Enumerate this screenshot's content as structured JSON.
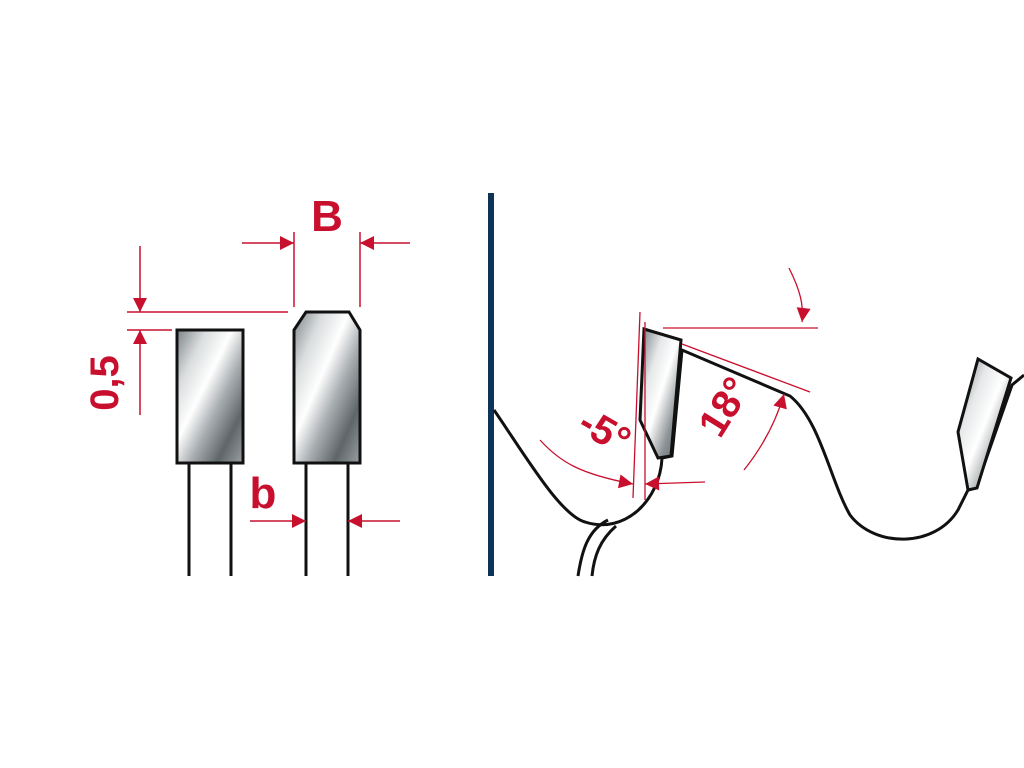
{
  "labels": {
    "kerf_width": "B",
    "body_thickness": "b",
    "chamfer_height": "0,5",
    "hook_angle": "-5°",
    "clearance_angle": "18°"
  },
  "colors": {
    "dimension": "#c8102e",
    "outline": "#111111",
    "divider": "#0d3457"
  }
}
